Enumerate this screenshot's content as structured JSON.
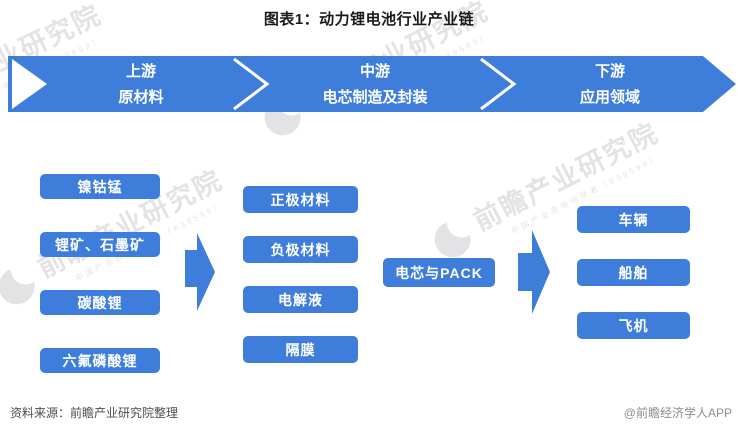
{
  "title": "图表1：动力锂电池行业产业链",
  "banner": {
    "segments": [
      {
        "line1": "上游",
        "line2": "原材料"
      },
      {
        "line1": "中游",
        "line2": "电芯制造及封装"
      },
      {
        "line1": "下游",
        "line2": "应用领域"
      }
    ]
  },
  "upstream": {
    "items": [
      "镍钴锰",
      "锂矿、石墨矿",
      "碳酸锂",
      "六氟磷酸锂"
    ]
  },
  "midstream": {
    "items": [
      "正极材料",
      "负极材料",
      "电解液",
      "隔膜"
    ]
  },
  "pack": {
    "label": "电芯与PACK"
  },
  "downstream": {
    "items": [
      "车辆",
      "船舶",
      "飞机"
    ]
  },
  "footer": {
    "source": "资料来源：前瞻产业研究院整理",
    "credit": "@前瞻经济学人APP"
  },
  "watermark": {
    "brand": "前瞻产业研究院",
    "subtext": "中国产业咨询领导者（839599）"
  },
  "colors": {
    "accent_blue": "#3E7EDA",
    "watermark_gray": "#C9C9CF"
  }
}
